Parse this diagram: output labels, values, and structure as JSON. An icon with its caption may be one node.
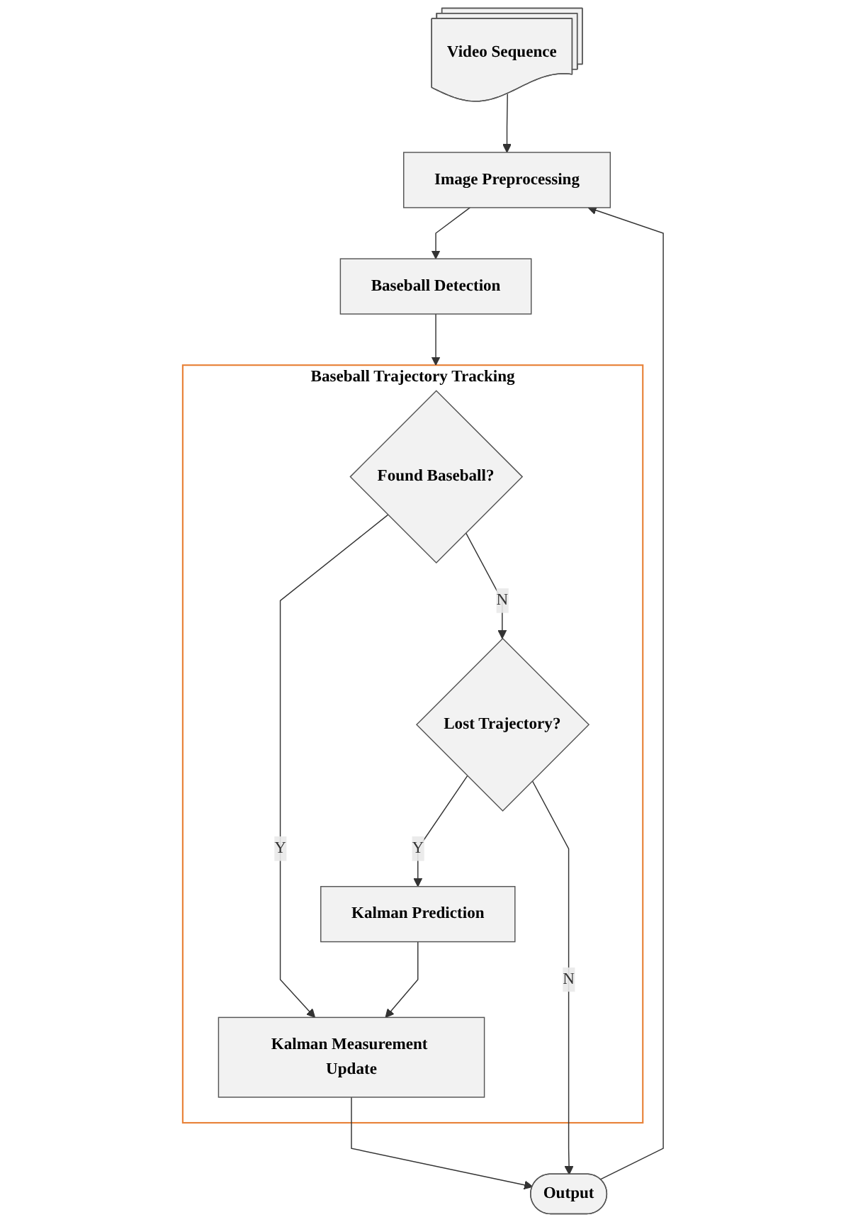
{
  "diagram": {
    "nodes": [
      {
        "text": [
          "Video Sequence"
        ]
      },
      {
        "text": [
          "Image Preprocessing"
        ]
      },
      {
        "text": [
          "Baseball Detection"
        ]
      },
      {
        "text": [
          "Baseball Trajectory Tracking"
        ]
      },
      {
        "text": [
          "Found Baseball?"
        ],
        "in": 3
      },
      {
        "text": [
          "Kalman Measurement Update"
        ],
        "in": 3
      },
      {
        "text": [
          "Kalman Prediction"
        ],
        "in": 3
      },
      {
        "text": [
          "Lost Trajectory?"
        ],
        "in": 3
      },
      {
        "text": [
          "Output"
        ]
      }
    ],
    "edges": [
      {
        "from": 0,
        "to": 1,
        "arrow": "to"
      },
      {
        "from": 1,
        "to": 2,
        "arrow": "to"
      },
      {
        "from": 2,
        "to": 3,
        "arrow": "to"
      },
      {
        "from": 4,
        "to": 5,
        "arrow": "to",
        "label": "Y"
      },
      {
        "from": 4,
        "to": 7,
        "arrow": "to",
        "label": "N"
      },
      {
        "from": 7,
        "to": 6,
        "arrow": "to",
        "label": "Y"
      },
      {
        "from": 6,
        "to": 5,
        "arrow": "to"
      },
      {
        "from": 5,
        "to": 8,
        "arrow": "to"
      },
      {
        "from": 7,
        "to": 8,
        "arrow": "to",
        "label": "N"
      },
      {
        "from": 8,
        "to": 1,
        "arrow": "to"
      }
    ]
  }
}
